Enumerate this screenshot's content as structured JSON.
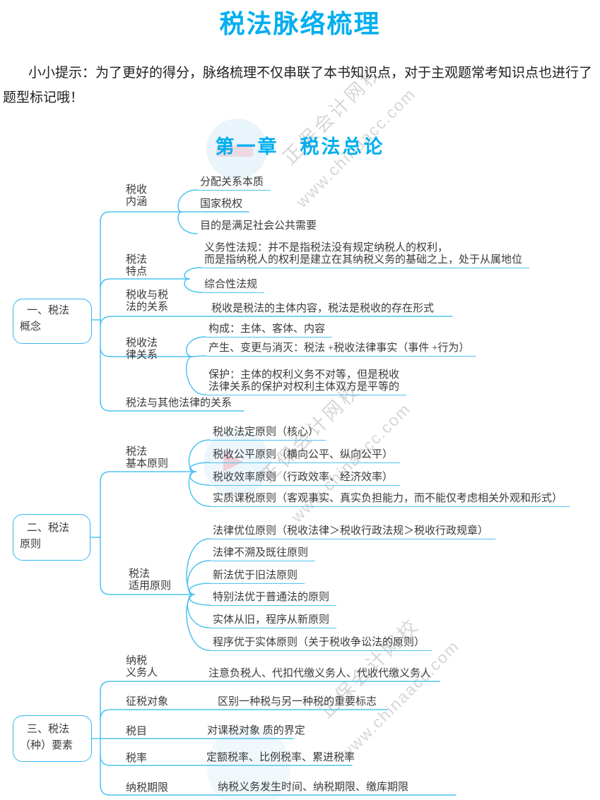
{
  "header": {
    "title": "税法脉络梳理",
    "tip_line1": "小小提示：为了更好的得分，脉络梳理不仅串联了本书知识点，对于主观题常考知识点也进行了",
    "tip_line2": "题型标记哦！",
    "chapter": "第一章　税法总论"
  },
  "watermark": {
    "brand": "正保会计网校",
    "url": "www.chinaacc.com"
  },
  "colors": {
    "accent": "#00AEEF",
    "line": "#4FC3F0",
    "text": "#3A3A3A",
    "watermark": "#C9C9C9"
  },
  "mindmap": {
    "sections": [
      {
        "node": {
          "line1": "一、税法",
          "line2": "概念"
        },
        "branches": [
          {
            "label1": "税收",
            "label2": "内涵",
            "leaves": [
              {
                "lines": [
                  "分配关系本质"
                ]
              },
              {
                "lines": [
                  "国家税权"
                ]
              },
              {
                "lines": [
                  "目的是满足社会公共需要"
                ]
              }
            ]
          },
          {
            "label1": "税法",
            "label2": "特点",
            "leaves": [
              {
                "lines": [
                  "义务性法规：并不是指税法没有规定纳税人的权利，",
                  "而是指纳税人的权利是建立在其纳税义务的基础之上，处于从属地位"
                ]
              },
              {
                "lines": [
                  "综合性法规"
                ]
              }
            ]
          },
          {
            "label1": "税收与税",
            "label2": "法的关系",
            "leaves": [
              {
                "lines": [
                  "税收是税法的主体内容，税法是税收的存在形式"
                ]
              }
            ]
          },
          {
            "label1": "税收法",
            "label2": "律关系",
            "leaves": [
              {
                "lines": [
                  "构成：主体、客体、内容"
                ]
              },
              {
                "lines": [
                  "产生、变更与消灭：税法 +税收法律事实（事件 +行为）"
                ]
              },
              {
                "lines": [
                  "保护：主体的权利义务不对等，但是税收",
                  "法律关系的保护对权利主体双方是平等的"
                ]
              }
            ]
          },
          {
            "label1": "税法与其他法律的关系",
            "leaves": []
          }
        ]
      },
      {
        "node": {
          "line1": "二、税法",
          "line2": "原则"
        },
        "branches": [
          {
            "label1": "税法",
            "label2": "基本原则",
            "leaves": [
              {
                "lines": [
                  "税收法定原则（核心）"
                ]
              },
              {
                "lines": [
                  "税收公平原则（横向公平、纵向公平）"
                ]
              },
              {
                "lines": [
                  "税收效率原则（行政效率、经济效率）"
                ]
              },
              {
                "lines": [
                  "实质课税原则（客观事实、真实负担能力，而不能仅考虑相关外观和形式）"
                ]
              }
            ]
          },
          {
            "label1": "税法",
            "label2": "适用原则",
            "leaves": [
              {
                "lines": [
                  "法律优位原则（税收法律＞税收行政法规＞税收行政规章）"
                ]
              },
              {
                "lines": [
                  "法律不溯及既往原则"
                ]
              },
              {
                "lines": [
                  "新法优于旧法原则"
                ]
              },
              {
                "lines": [
                  "特别法优于普通法的原则"
                ]
              },
              {
                "lines": [
                  "实体从旧，程序从新原则"
                ]
              },
              {
                "lines": [
                  "程序优于实体原则（关于税收争讼法的原则）"
                ]
              }
            ]
          }
        ]
      },
      {
        "node": {
          "line1": "三、税法",
          "line2": "（种）要素"
        },
        "branches": [
          {
            "label1": "纳税",
            "label2": "义务人",
            "leaves": [
              {
                "lines": [
                  "注意负税人、代扣代缴义务人、代收代缴义务人"
                ]
              }
            ]
          },
          {
            "label1": "征税对象",
            "leaves": [
              {
                "lines": [
                  "区别一种税与另一种税的重要标志"
                ]
              }
            ]
          },
          {
            "label1": "税目",
            "leaves": [
              {
                "lines": [
                  "对课税对象 质的界定"
                ]
              }
            ]
          },
          {
            "label1": "税率",
            "leaves": [
              {
                "lines": [
                  "定额税率、比例税率、累进税率"
                ]
              }
            ]
          },
          {
            "label1": "纳税期限",
            "leaves": [
              {
                "lines": [
                  "纳税义务发生时间、纳税期限、缴库期限"
                ]
              }
            ]
          }
        ]
      }
    ]
  }
}
